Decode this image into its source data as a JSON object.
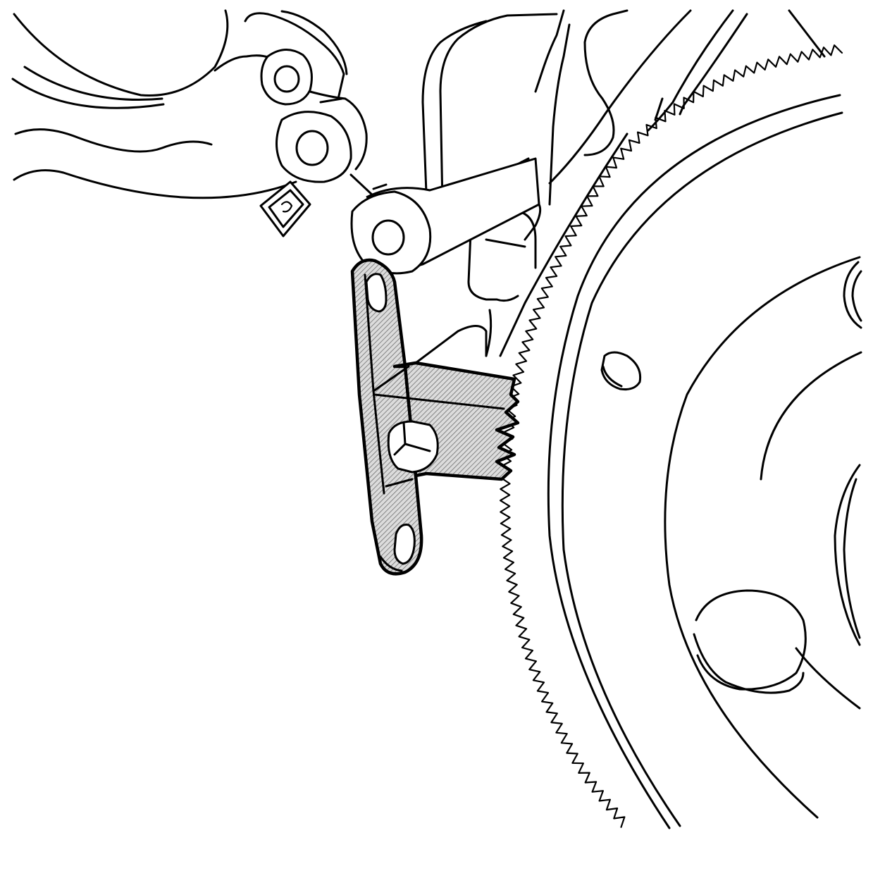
{
  "figure": {
    "kind": "line-art technical illustration",
    "subject": "flywheel-holding-tool-on-ring-gear",
    "background_color": "#ffffff",
    "line_color": "#000000",
    "highlight_fill": "hatched-gray"
  },
  "parts": [
    {
      "name": "engine-block-housing",
      "highlighted": false
    },
    {
      "name": "mount-lug",
      "highlighted": false
    },
    {
      "name": "small-clip",
      "highlighted": false
    },
    {
      "name": "flywheel",
      "highlighted": false
    },
    {
      "name": "ring-gear-teeth",
      "highlighted": false
    },
    {
      "name": "holding-tool",
      "highlighted": true
    },
    {
      "name": "tool-bolt",
      "highlighted": false
    }
  ]
}
